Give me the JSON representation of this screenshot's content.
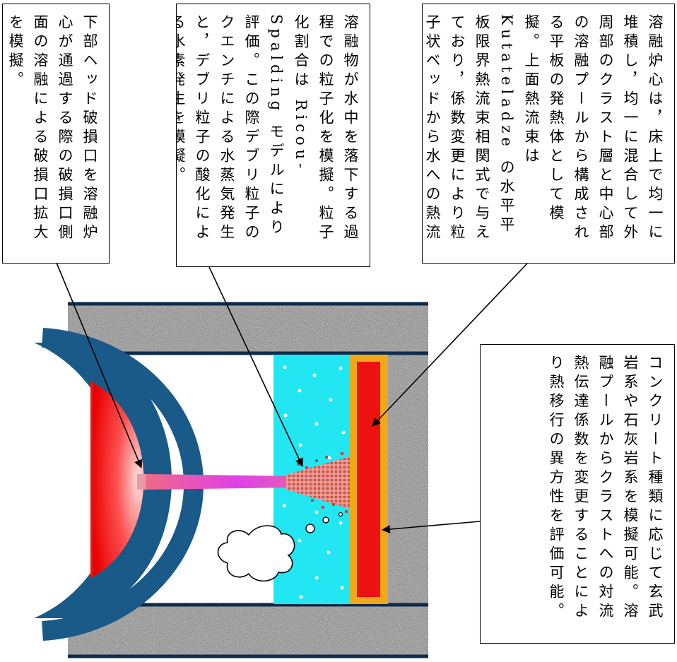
{
  "notes": {
    "breach": "下部ヘッド破損口を溶融炉心が通過する際の破損口側面の溶融による破損口拡大を模擬。",
    "fragmentation": "溶融物が水中を落下する過程での粒子化を模擬。粒子化割合は Ricou-Spalding モデルにより評価。この際デブリ粒子のクエンチによる水蒸気発生と，デブリ粒子の酸化による水素発生を模擬。",
    "debris_bed": "溶融炉心は，床上で均一に堆積し，均一に混合して外周部のクラスト層と中心部の溶融プールから構成される平板の発熱体として模擬。上面熱流束は Kutateladze の水平平板限界熱流束相関式で与えており，係数変更により粒子状ベッドから水への熱流束の模擬が可能。",
    "concrete": "コンクリート種類に応じて玄武岩系や石灰岩系を模擬可能。溶融プールからクラストへの対流熱伝達係数を変更することにより熱移行の異方性を評価可能。"
  },
  "colors": {
    "vessel": "#1a5a88",
    "melt": "#ee1111",
    "water": "#22e6f2",
    "crust": "#f0a818",
    "concrete": "#a0a0a0",
    "wall": "#0e2c4a",
    "jet_start": "#f06a86",
    "jet_end": "#e040e8"
  }
}
